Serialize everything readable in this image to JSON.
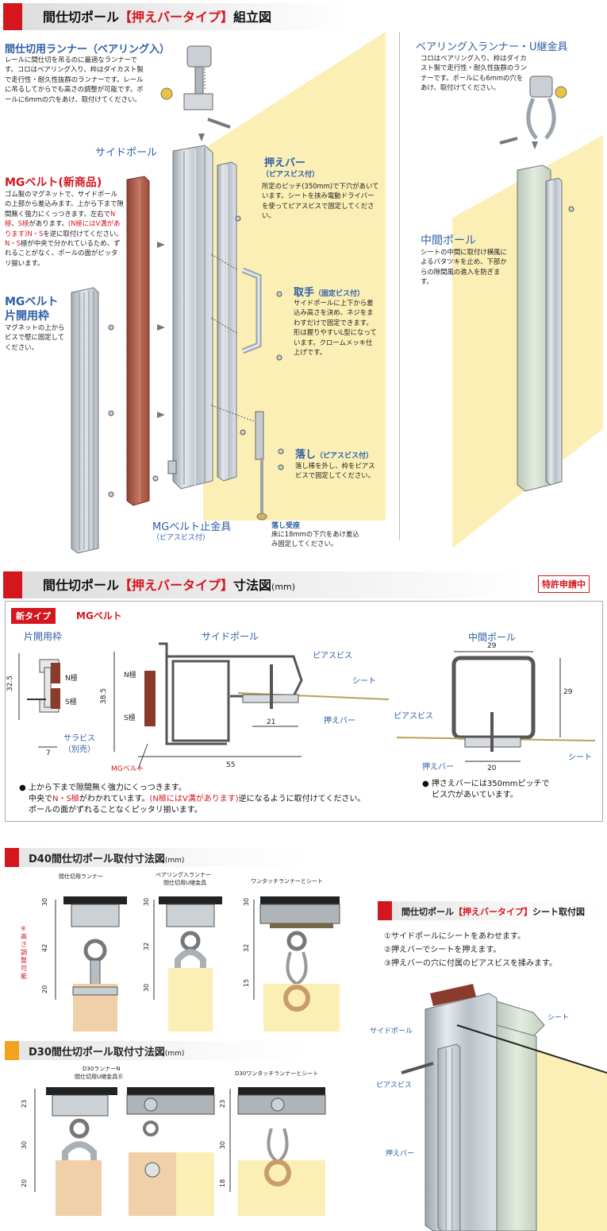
{
  "section1": {
    "title_prefix": "間仕切ポール",
    "title_highlight": "【押えバータイプ】",
    "title_suffix": "組立図",
    "runner": {
      "title": "間仕切用ランナー（ベアリング入）",
      "desc": "レールに間仕切を吊るのに最適なランナーです。コロはベアリング入り、枠はダイカスト製で走行性・耐久性抜群のランナーです。レールに吊るしてからでも高さの調整が可能です。ボールに6mmの穴をあけ、取付けてください。"
    },
    "side_pole_label": "サイドポール",
    "mg_belt": {
      "title": "MGベルト(新商品)",
      "desc_1": "ゴム製のマグネットで、サイドポールの上部から差込みます。上から下まで隙間無く強力にくっつきます。左右で",
      "desc_n": "N極",
      "desc_2": "、",
      "desc_s": "S極",
      "desc_3": "があります。",
      "desc_4": "(N極にはV溝があります)",
      "desc_5": "N・S",
      "desc_6": "を逆に取付けてください。",
      "desc_7": "N・S",
      "desc_8": "極が中央で分かれているため、ずれることがなく、ポールの面がピッタリ揃います。"
    },
    "mg_frame": {
      "title_line1": "MGベルト",
      "title_line2": "片開用枠",
      "desc": "マグネットの上からビスで壁に固定してください。"
    },
    "press_bar": {
      "title": "押えバー",
      "sub": "（ピアスビス付）",
      "desc": "所定のピッチ(350mm)で下穴があいています。シートを挟み電動ドライバーを使ってピアスビスで固定してください。"
    },
    "handle": {
      "title": "取手",
      "sub": "（固定ビス付）",
      "desc": "サイドポールに上下から差込み高さを決め、ネジをまわすだけで固定できます。形は握りやすいL型になっています。クロームメッキ仕上げです。"
    },
    "drop": {
      "title": "落し",
      "sub": "（ピアスビス付）",
      "desc": "落し棒を外し、枠をピアスビスで固定してください。"
    },
    "mg_stopper": {
      "title": "MGベルト止金具",
      "sub": "（ピアスビス付）"
    },
    "drop_seat": {
      "title": "落し受座",
      "desc": "床に18mmの下穴をあけ差込み固定してください。"
    },
    "bearing_runner": {
      "title": "ベアリング入ランナー・U継金具",
      "desc": "コロはベアリング入り、枠はダイカスト製で走行性・耐久性抜群のランナーです。ポールにも6mmの穴をあけ、取付けてください。"
    },
    "middle_pole": {
      "title": "中間ポール",
      "desc": "シートの中間に取付け横風によるバタツキを止め、下部からの隙間風の進入を防ぎます。"
    }
  },
  "section2": {
    "title_prefix": "間仕切ポール",
    "title_highlight": "【押えバータイプ】",
    "title_suffix": "寸法図",
    "unit": "(mm)",
    "patent": "特許申請中",
    "new_type_badge": "新タイプ",
    "mg_belt_label": "MGベルト",
    "frame_title": "片開用枠",
    "side_pole_title": "サイドポール",
    "middle_pole_title": "中間ポール",
    "labels": {
      "pierce_screw": "ピアスビス",
      "sheet": "シート",
      "press_bar": "押えバー",
      "sara_screw": "サラビス",
      "sara_screw_note": "（別売）",
      "mg_belt": "MGベルト",
      "pole_n": "N極",
      "pole_s": "S極"
    },
    "dims": {
      "frame_h": "32.5",
      "frame_w": "7",
      "side_h": "38.5",
      "side_w": "55",
      "side_bar": "21",
      "mid_w": "29",
      "mid_h": "29",
      "mid_bar": "20"
    },
    "notes_left_1": "上から下まで隙間無く強力にくっつきます。",
    "notes_left_2a": "中央で",
    "notes_left_2b": "N・S極",
    "notes_left_2c": "がわかれています。",
    "notes_left_2d": "(N極にはV溝があります)",
    "notes_left_2e": "逆になるように取付けてください。",
    "notes_left_3": "ポールの面がずれることなくピッタリ揃います。",
    "notes_right_1": "押さえバーには350mmピッチで",
    "notes_right_2": "ビス穴があいています。"
  },
  "section3": {
    "title": "D40間仕切ポール取付寸法図",
    "unit": "(mm)",
    "col1": "間仕切用ランナー",
    "col2_line1": "ベアリング入ランナー",
    "col2_line2": "間仕切用U継金具",
    "col3": "ワンタッチランナーとシート",
    "note_vertical": "※高さ調整可能",
    "dims_a": [
      "30",
      "42",
      "20"
    ],
    "dims_b": [
      "30",
      "32",
      "30"
    ],
    "dims_c": [
      "30",
      "32",
      "15"
    ]
  },
  "section4": {
    "title": "D30間仕切ポール取付寸法図",
    "unit": "(mm)",
    "col1_line1": "D30ランナーN",
    "col1_line2": "間仕切用U継金具Ⓡ",
    "col2": "D30ワンタッチランナーとシート",
    "dims_a": [
      "23",
      "30",
      "20"
    ],
    "dims_b": [
      "23",
      "30",
      "18"
    ]
  },
  "section5": {
    "title_prefix": "間仕切ポール",
    "title_highlight": "【押えバータイプ】",
    "title_suffix": "シート取付図",
    "steps": [
      "①サイドポールにシートをあわせます。",
      "②押えバーでシートを押えます。",
      "③押えバーの穴に付属のピアスビスを揉みます。"
    ],
    "labels": {
      "side_pole": "サイドポール",
      "sheet": "シート",
      "pierce_screw": "ピアスビス",
      "press_bar": "押えバー"
    }
  },
  "colors": {
    "accent_red": "#d4171f",
    "label_blue": "#2d5fa6",
    "sheet_cream": "#fbefb6",
    "belt_brown": "#b4604e"
  }
}
